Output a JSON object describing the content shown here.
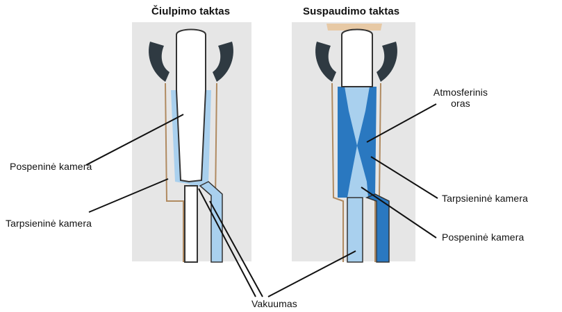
{
  "titles": {
    "left": "Čiulpimo taktas",
    "right": "Suspaudimo taktas"
  },
  "labels": {
    "pospenine_kamera_left": "Pospeninė kamera",
    "tarpsienine_kamera_left": "Tarpsieninė kamera",
    "atmosferinis_oras_line1": "Atmosferinis",
    "atmosferinis_oras_line2": "oras",
    "tarpsienine_kamera_right": "Tarpsieninė kamera",
    "pospenine_kamera_right": "Pospeninė kamera",
    "vakuumas": "Vakuumas"
  },
  "colors": {
    "panel": "#e6e6e6",
    "liner_dark": "#2f2f2f",
    "blue_dark": "#2a78c0",
    "blue_light": "#a9d0ee",
    "blue_mid": "#5aa7dd",
    "cup": "#f7f3ea",
    "tan": "#e7c9a5"
  }
}
